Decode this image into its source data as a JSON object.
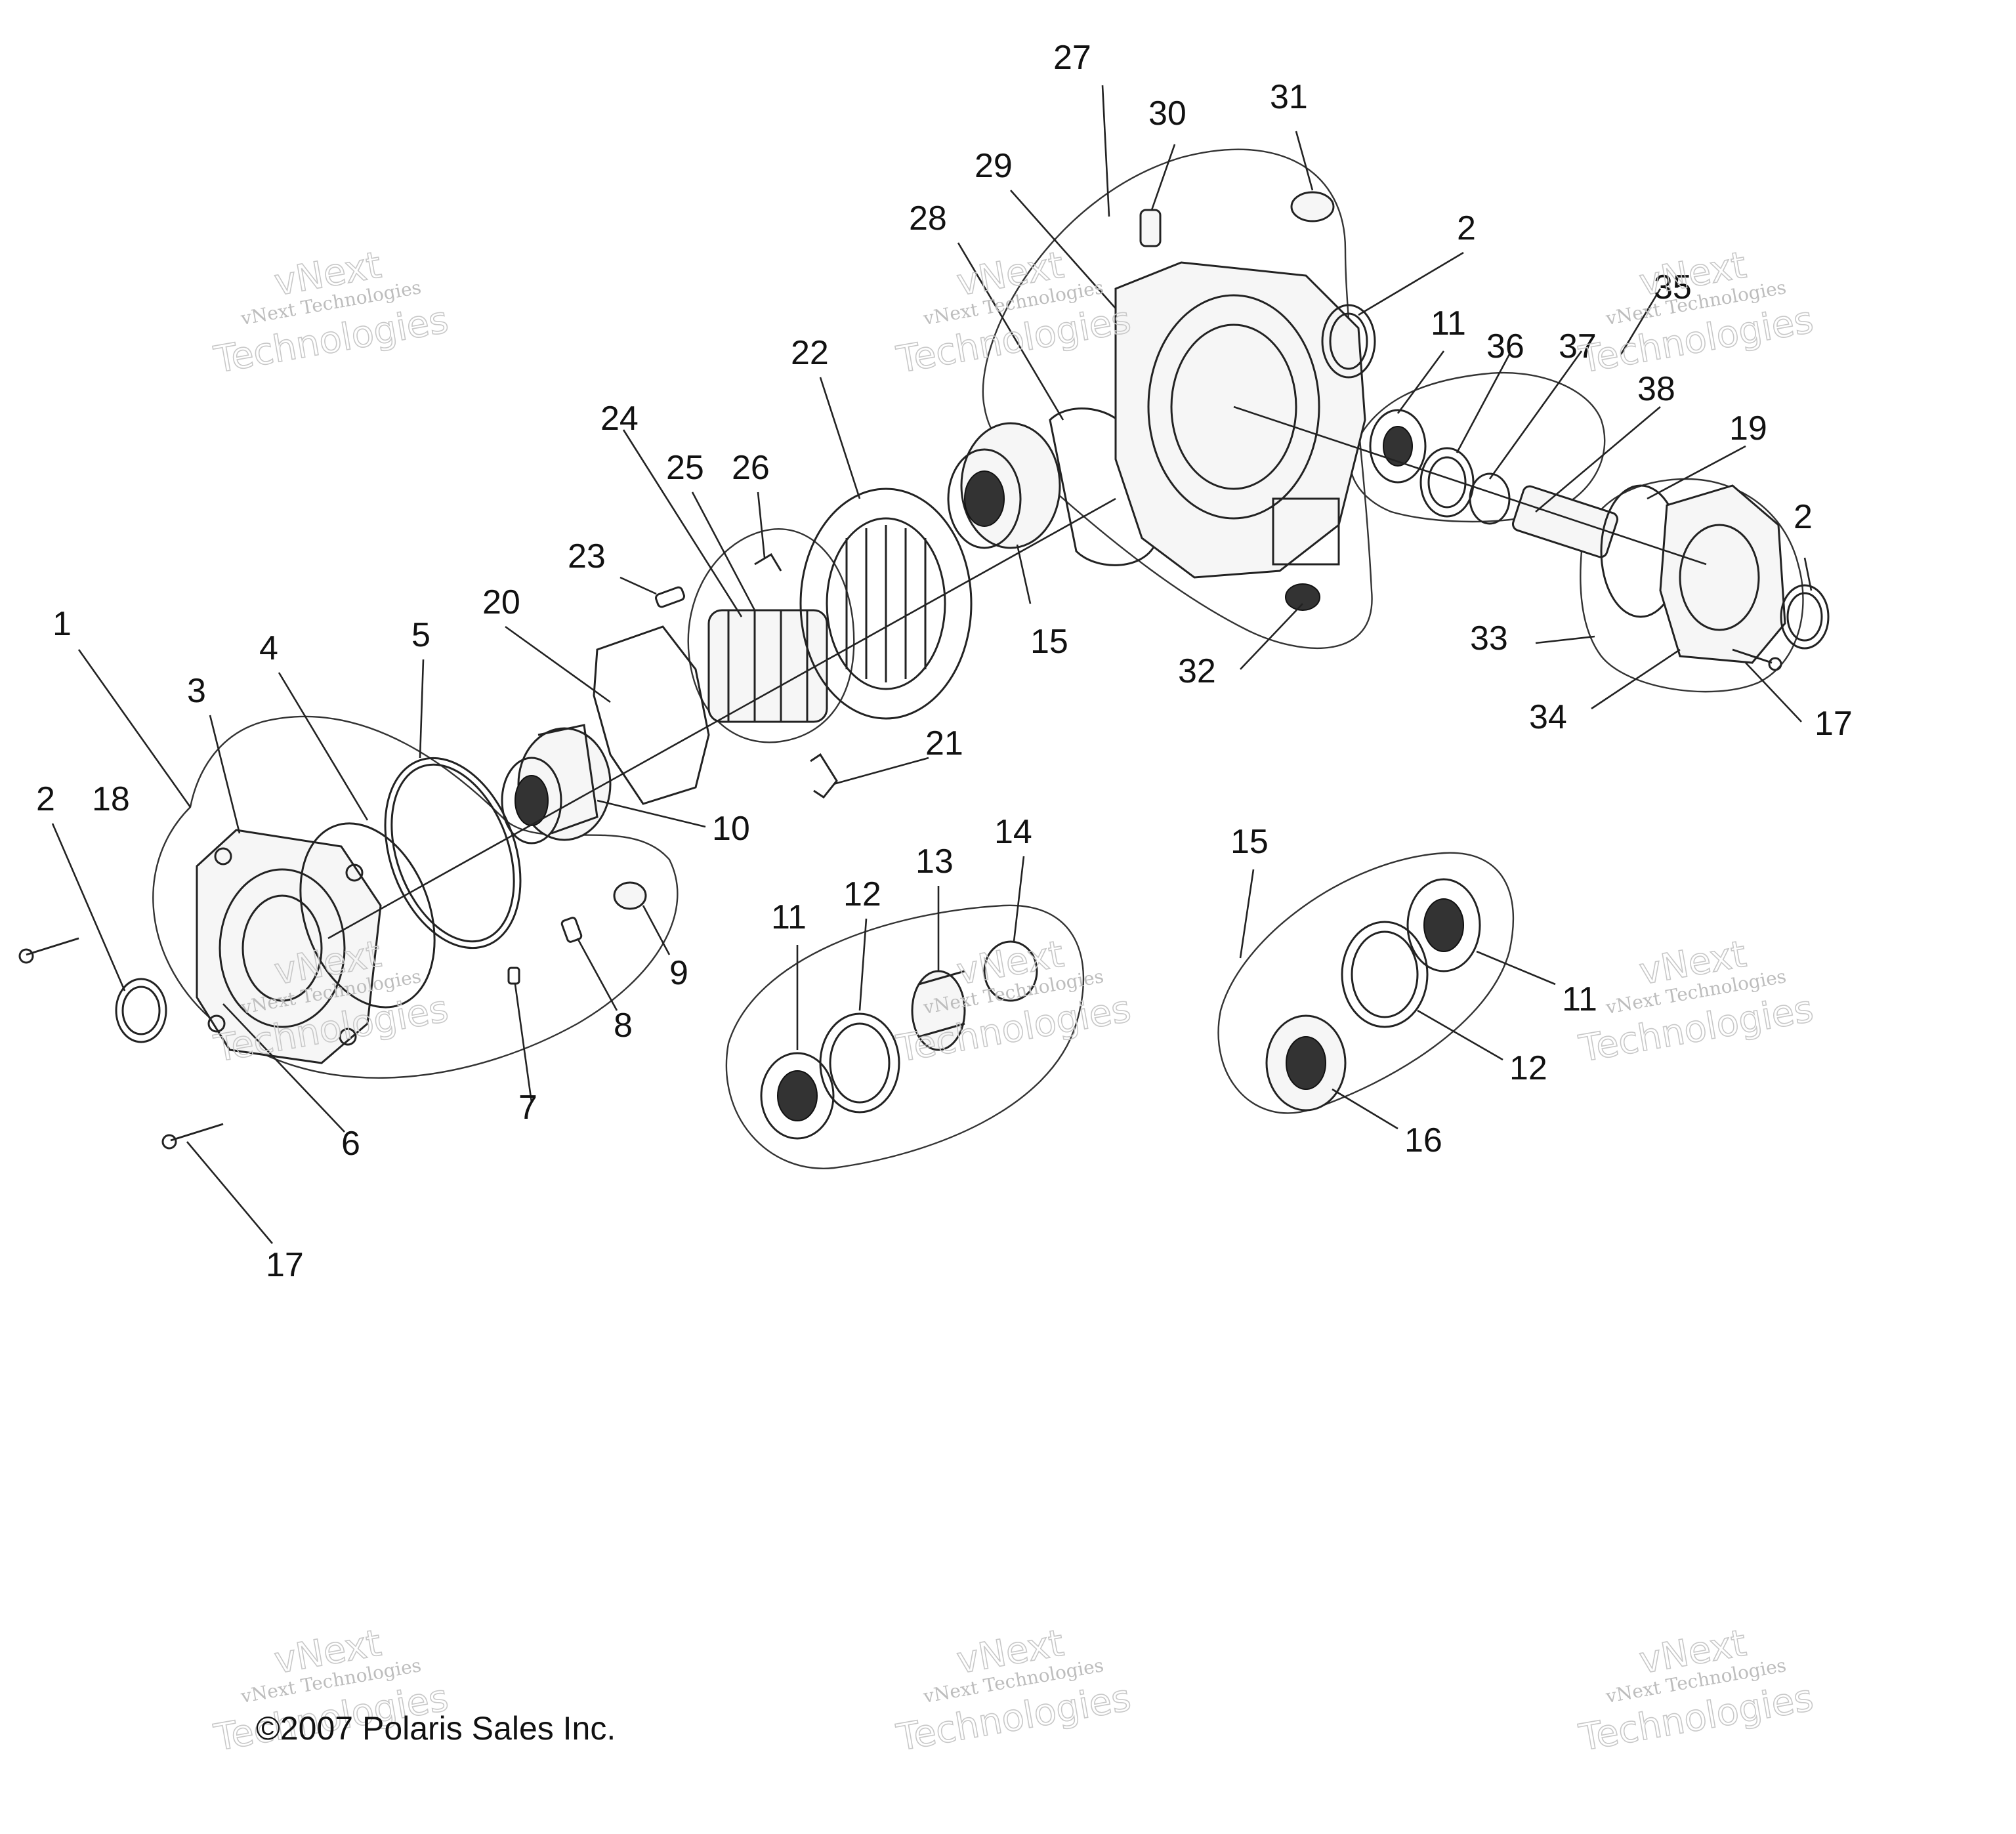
{
  "diagram": {
    "callouts": [
      {
        "id": "c1",
        "label": "1"
      },
      {
        "id": "c2a",
        "label": "2"
      },
      {
        "id": "c18",
        "label": "18"
      },
      {
        "id": "c3",
        "label": "3"
      },
      {
        "id": "c4",
        "label": "4"
      },
      {
        "id": "c5",
        "label": "5"
      },
      {
        "id": "c20",
        "label": "20"
      },
      {
        "id": "c23",
        "label": "23"
      },
      {
        "id": "c24",
        "label": "24"
      },
      {
        "id": "c25",
        "label": "25"
      },
      {
        "id": "c26",
        "label": "26"
      },
      {
        "id": "c22",
        "label": "22"
      },
      {
        "id": "c28",
        "label": "28"
      },
      {
        "id": "c29",
        "label": "29"
      },
      {
        "id": "c27",
        "label": "27"
      },
      {
        "id": "c30",
        "label": "30"
      },
      {
        "id": "c31",
        "label": "31"
      },
      {
        "id": "c2b",
        "label": "2"
      },
      {
        "id": "c11a",
        "label": "11"
      },
      {
        "id": "c36",
        "label": "36"
      },
      {
        "id": "c37",
        "label": "37"
      },
      {
        "id": "c35",
        "label": "35"
      },
      {
        "id": "c38",
        "label": "38"
      },
      {
        "id": "c19",
        "label": "19"
      },
      {
        "id": "c2c",
        "label": "2"
      },
      {
        "id": "c15a",
        "label": "15"
      },
      {
        "id": "c32",
        "label": "32"
      },
      {
        "id": "c33",
        "label": "33"
      },
      {
        "id": "c34",
        "label": "34"
      },
      {
        "id": "c17a",
        "label": "17"
      },
      {
        "id": "c21",
        "label": "21"
      },
      {
        "id": "c10",
        "label": "10"
      },
      {
        "id": "c9",
        "label": "9"
      },
      {
        "id": "c8",
        "label": "8"
      },
      {
        "id": "c7",
        "label": "7"
      },
      {
        "id": "c6",
        "label": "6"
      },
      {
        "id": "c17b",
        "label": "17"
      },
      {
        "id": "c11b",
        "label": "11"
      },
      {
        "id": "c12a",
        "label": "12"
      },
      {
        "id": "c13",
        "label": "13"
      },
      {
        "id": "c14",
        "label": "14"
      },
      {
        "id": "c15b",
        "label": "15"
      },
      {
        "id": "c11c",
        "label": "11"
      },
      {
        "id": "c12b",
        "label": "12"
      },
      {
        "id": "c16",
        "label": "16"
      }
    ],
    "watermark": {
      "line1": "vNext Technologies",
      "line2": "vNext",
      "line3": "Technologies"
    },
    "copyright": "©2007 Polaris Sales Inc."
  }
}
